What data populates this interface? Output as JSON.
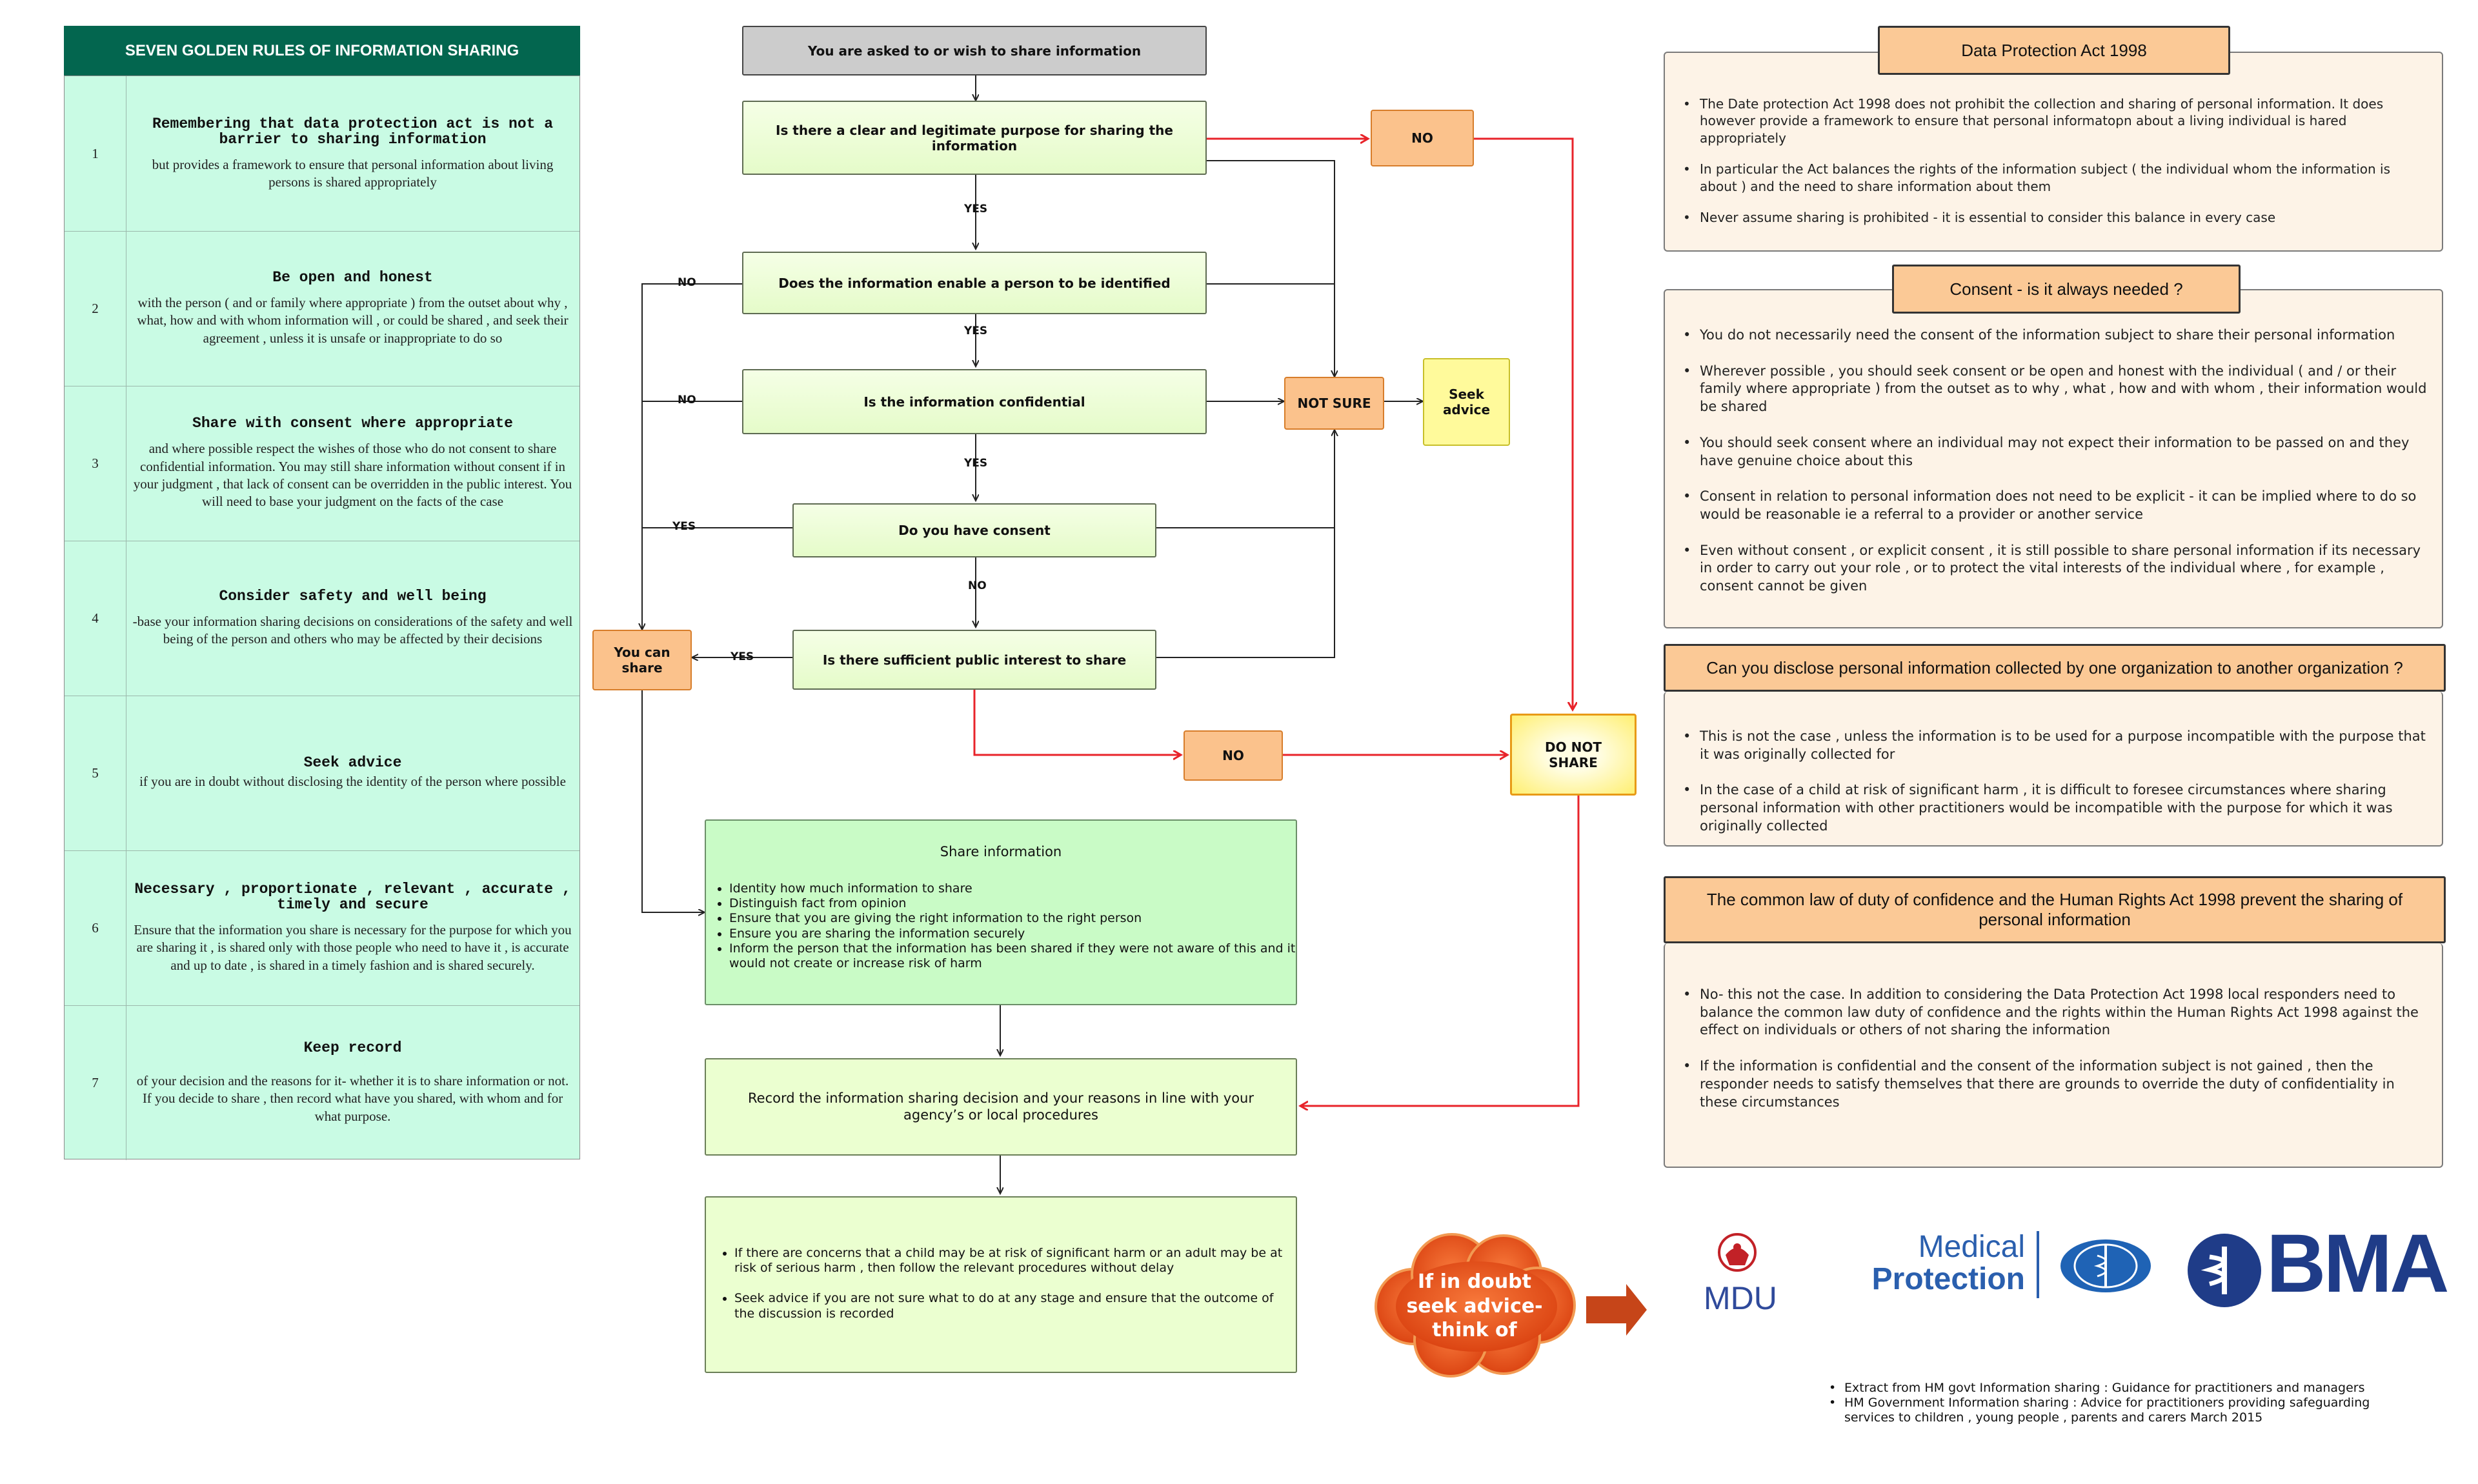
{
  "rules": {
    "heading": "SEVEN GOLDEN RULES OF INFORMATION SHARING",
    "items": [
      {
        "num": "1",
        "title": "Remembering that data protection act is not a barrier to sharing information",
        "text": "but provides a framework to ensure that personal information about living persons is shared appropriately"
      },
      {
        "num": "2",
        "title": "Be open and honest",
        "text": "with the person ( and or family where appropriate ) from the outset about why , what, how and with whom information will , or could be shared , and seek their agreement , unless it is unsafe or inappropriate to do so"
      },
      {
        "num": "3",
        "title": "Share with consent where appropriate",
        "text": "and where possible respect the wishes of those who do not consent to share confidential information. You may still share information without consent if in your judgment , that lack of consent can be overridden in the public interest. You will need to base your judgment on the facts of the case"
      },
      {
        "num": "4",
        "title": "Consider safety and well being",
        "text": "-base your information sharing decisions on considerations of the safety and well being of the person and others who may be affected by their decisions"
      },
      {
        "num": "5",
        "title": "Seek advice",
        "text": "if you are in doubt without disclosing the identity of the person where possible"
      },
      {
        "num": "6",
        "title": "Necessary , proportionate , relevant , accurate , timely and secure",
        "text": "Ensure that the information you share is necessary for the purpose for which you are sharing it , is shared only with those people who need to have it , is accurate and up to date , is shared in a timely fashion and is shared securely."
      },
      {
        "num": "7",
        "title": "Keep record",
        "text": "of your decision and the reasons for it- whether it is to share information or not. If you decide to share , then record what have you shared, with whom and for what purpose."
      }
    ]
  },
  "flow": {
    "start": "You are asked to or wish to share information",
    "q1": "Is there a clear and legitimate purpose for sharing the information",
    "q2": "Does the information enable a person to be identified",
    "q3": "Is the information confidential",
    "q4": "Do you have consent",
    "q5": "Is there sufficient public interest to share",
    "no_top": "NO",
    "no_mid": "NO",
    "not_sure": "NOT SURE",
    "seek_advice": "Seek advice",
    "you_can_share": "You can share",
    "do_not_share": "DO NOT SHARE",
    "labels": {
      "yes": "YES",
      "no": "NO"
    },
    "share_box": {
      "title": "Share information",
      "items": [
        "Identity how much information to share",
        "Distinguish fact from opinion",
        "Ensure that you are giving the right information to the right person",
        "Ensure you are sharing the information securely",
        "Inform the person that the information has been shared if they were not aware of this and it would not create or increase risk of harm"
      ]
    },
    "record": "Record the information sharing decision and your reasons in line with your agency’s or local procedures",
    "final": [
      "If there are concerns that a child may be at risk of significant harm or an adult may be at risk of serious harm , then follow the relevant procedures without delay",
      "Seek advice if you are not sure what to do at any stage and ensure that the outcome of the discussion is recorded"
    ]
  },
  "panels": [
    {
      "heading": "Data Protection Act 1998",
      "items": [
        "The Date protection Act 1998 does not prohibit the collection and sharing of personal information. It does however provide a framework to ensure that personal informatopn about a living individual is hared appropriately",
        "In particular the Act balances the rights of the information subject ( the individual whom the information is about ) and the need to share information about them",
        "Never assume sharing is prohibited - it is essential to consider this balance in every case"
      ]
    },
    {
      "heading": "Consent - is it always needed ?",
      "items": [
        "You do not necessarily need the consent of the information subject to share their personal information",
        "Wherever possible , you should seek consent or be open and honest with the individual ( and / or their family where appropriate ) from the outset as to why , what , how and with whom , their information would be shared",
        "You should seek consent where an individual may not expect their information to be passed on and they have genuine choice about this",
        "Consent in relation to personal information does not need to be explicit - it can be implied where to do so would be reasonable ie a referral to a provider or another service",
        "Even without consent , or explicit consent , it is still possible to share personal information if its necessary in order to carry out your role , or to protect the vital interests of the individual where  , for example , consent cannot be given"
      ]
    },
    {
      "heading": "Can you disclose personal information collected by one organization to another organization ?",
      "items": [
        "This is not the case , unless the information is to be used for a purpose incompatible with the purpose that it was originally collected for",
        "In the case of a child at risk of significant harm , it is difficult to foresee circumstances where sharing personal information with other practitioners would be incompatible with the purpose for which it was originally collected"
      ]
    },
    {
      "heading": "The common law of duty of confidence and the Human Rights Act 1998 prevent the sharing of personal information",
      "items": [
        "No- this not the case. In addition to considering the Data Protection Act 1998 local responders need to balance the common law duty of confidence and the rights within the Human Rights Act 1998 against the effect on individuals or others of not sharing the information",
        "If the information is confidential and the consent of the information subject is not gained , then the responder needs to satisfy themselves that there are grounds to override the duty of confidentiality in these circumstances"
      ]
    }
  ],
  "advice": {
    "cloud": "If in doubt seek advice- think of",
    "logos": {
      "mdu": "MDU",
      "medical_line1": "Medical",
      "medical_line2": "Protection",
      "bma": "BMA"
    }
  },
  "footnotes": [
    "Extract from HM govt Information sharing : Guidance for practitioners and managers",
    "HM Government Information sharing : Advice for practitioners providing safeguarding services to children , young people , parents and carers March 2015"
  ],
  "colors": {
    "table_head": "#03664f",
    "table_bg": "#c9fbe4",
    "arrow_red": "#e8232a",
    "orange": "#fbc28c",
    "panel_bg": "#fdf3e7",
    "bma_blue": "#1f3c88"
  }
}
